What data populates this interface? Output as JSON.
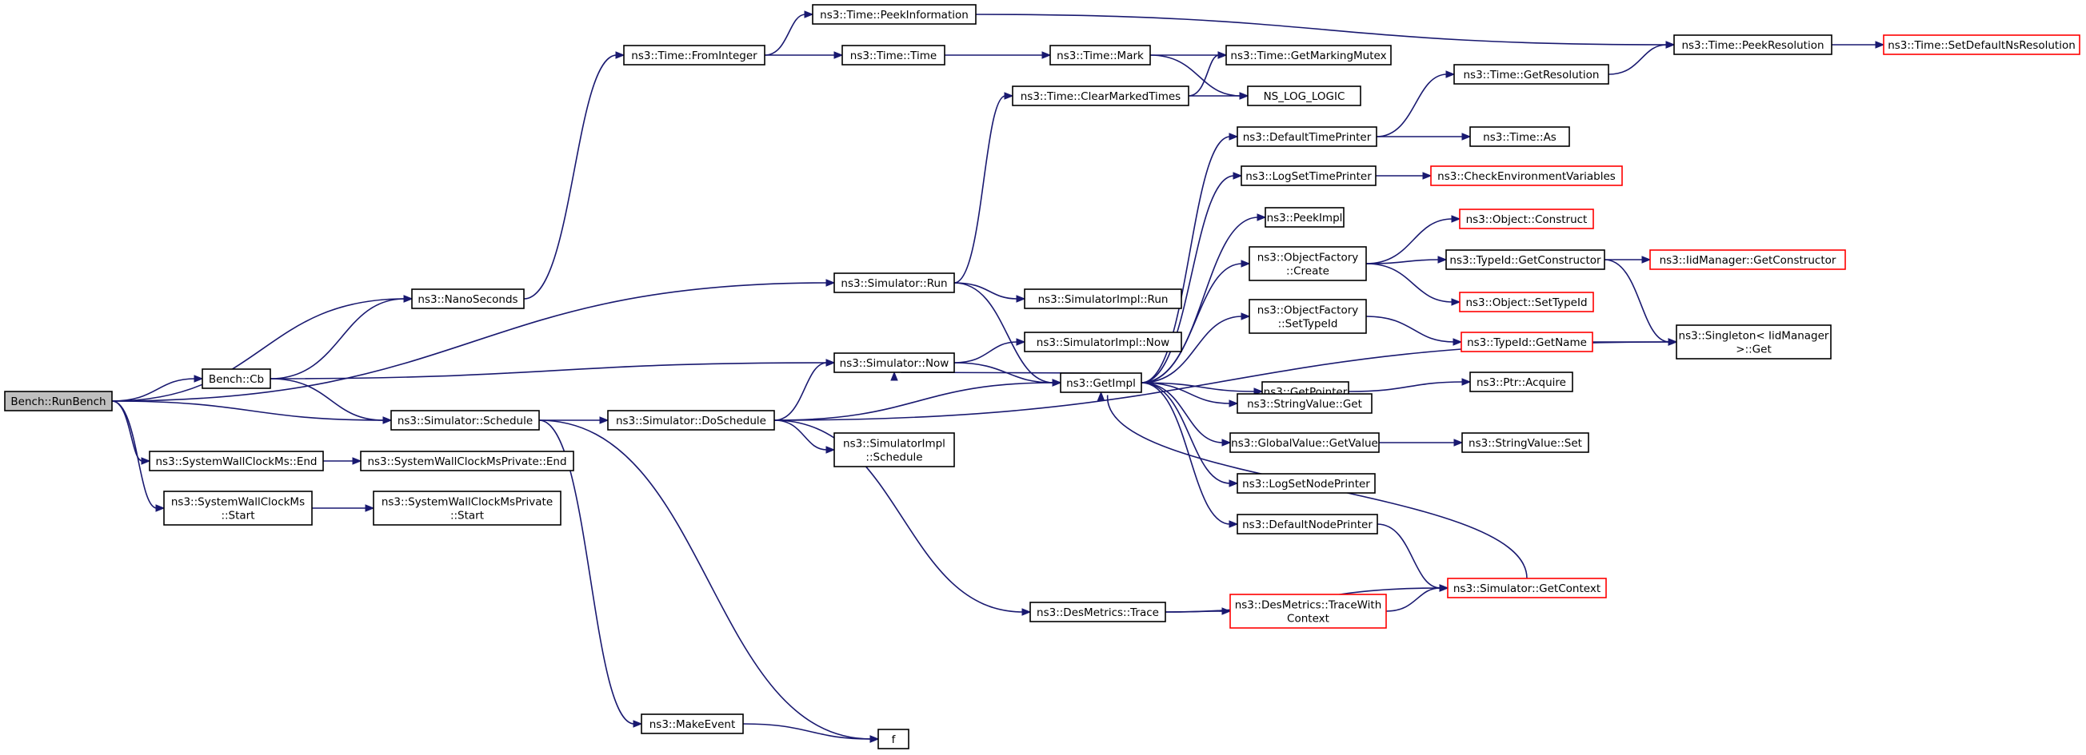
{
  "graph": {
    "root": "bench-runbench",
    "nodes": [
      {
        "id": "bench-runbench",
        "lines": [
          "Bench::RunBench"
        ],
        "kind": "root"
      },
      {
        "id": "nanoseconds",
        "lines": [
          "ns3::NanoSeconds"
        ],
        "kind": "normal"
      },
      {
        "id": "bench-cb",
        "lines": [
          "Bench::Cb"
        ],
        "kind": "normal"
      },
      {
        "id": "sim-schedule",
        "lines": [
          "ns3::Simulator::Schedule"
        ],
        "kind": "normal"
      },
      {
        "id": "syswall-end",
        "lines": [
          "ns3::SystemWallClockMs::End"
        ],
        "kind": "normal"
      },
      {
        "id": "syswall-start",
        "lines": [
          "ns3::SystemWallClockMs",
          "::Start"
        ],
        "kind": "normal"
      },
      {
        "id": "time-frominteger",
        "lines": [
          "ns3::Time::FromInteger"
        ],
        "kind": "normal"
      },
      {
        "id": "time-peekinformation",
        "lines": [
          "ns3::Time::PeekInformation"
        ],
        "kind": "normal"
      },
      {
        "id": "time-time",
        "lines": [
          "ns3::Time::Time"
        ],
        "kind": "normal"
      },
      {
        "id": "time-mark",
        "lines": [
          "ns3::Time::Mark"
        ],
        "kind": "normal"
      },
      {
        "id": "time-clearmarked",
        "lines": [
          "ns3::Time::ClearMarkedTimes"
        ],
        "kind": "normal"
      },
      {
        "id": "time-getmarkingmutex",
        "lines": [
          "ns3::Time::GetMarkingMutex"
        ],
        "kind": "normal"
      },
      {
        "id": "ns-log-logic",
        "lines": [
          "NS_LOG_LOGIC"
        ],
        "kind": "normal"
      },
      {
        "id": "time-getresolution",
        "lines": [
          "ns3::Time::GetResolution"
        ],
        "kind": "normal"
      },
      {
        "id": "time-peekresolution",
        "lines": [
          "ns3::Time::PeekResolution"
        ],
        "kind": "normal"
      },
      {
        "id": "time-setdefaultnsres",
        "lines": [
          "ns3::Time::SetDefaultNsResolution"
        ],
        "kind": "truncated"
      },
      {
        "id": "sim-run",
        "lines": [
          "ns3::Simulator::Run"
        ],
        "kind": "normal"
      },
      {
        "id": "simimpl-run",
        "lines": [
          "ns3::SimulatorImpl::Run"
        ],
        "kind": "normal"
      },
      {
        "id": "sim-now",
        "lines": [
          "ns3::Simulator::Now"
        ],
        "kind": "normal"
      },
      {
        "id": "simimpl-now",
        "lines": [
          "ns3::SimulatorImpl::Now"
        ],
        "kind": "normal"
      },
      {
        "id": "getimpl",
        "lines": [
          "ns3::GetImpl"
        ],
        "kind": "normal"
      },
      {
        "id": "sim-doschedule",
        "lines": [
          "ns3::Simulator::DoSchedule"
        ],
        "kind": "normal"
      },
      {
        "id": "simimpl-schedule",
        "lines": [
          "ns3::SimulatorImpl",
          "::Schedule"
        ],
        "kind": "normal"
      },
      {
        "id": "syswallpriv-end",
        "lines": [
          "ns3::SystemWallClockMsPrivate::End"
        ],
        "kind": "normal"
      },
      {
        "id": "syswallpriv-start",
        "lines": [
          "ns3::SystemWallClockMsPrivate",
          "::Start"
        ],
        "kind": "normal"
      },
      {
        "id": "makeevent",
        "lines": [
          "ns3::MakeEvent"
        ],
        "kind": "normal"
      },
      {
        "id": "f",
        "lines": [
          "f"
        ],
        "kind": "normal"
      },
      {
        "id": "desmetrics-trace",
        "lines": [
          "ns3::DesMetrics::Trace"
        ],
        "kind": "normal"
      },
      {
        "id": "desmetrics-tracewithctx",
        "lines": [
          "ns3::DesMetrics::TraceWith",
          "Context"
        ],
        "kind": "truncated"
      },
      {
        "id": "sim-getcontext",
        "lines": [
          "ns3::Simulator::GetContext"
        ],
        "kind": "truncated"
      },
      {
        "id": "defaulttimeprinter",
        "lines": [
          "ns3::DefaultTimePrinter"
        ],
        "kind": "normal"
      },
      {
        "id": "time-as",
        "lines": [
          "ns3::Time::As"
        ],
        "kind": "normal"
      },
      {
        "id": "logsettimeprinter",
        "lines": [
          "ns3::LogSetTimePrinter"
        ],
        "kind": "normal"
      },
      {
        "id": "checkenvvars",
        "lines": [
          "ns3::CheckEnvironmentVariables"
        ],
        "kind": "truncated"
      },
      {
        "id": "peekimpl",
        "lines": [
          "ns3::PeekImpl"
        ],
        "kind": "normal"
      },
      {
        "id": "objfactory-create",
        "lines": [
          "ns3::ObjectFactory",
          "::Create"
        ],
        "kind": "normal"
      },
      {
        "id": "object-construct",
        "lines": [
          "ns3::Object::Construct"
        ],
        "kind": "truncated"
      },
      {
        "id": "typeid-getconstructor",
        "lines": [
          "ns3::TypeId::GetConstructor"
        ],
        "kind": "normal"
      },
      {
        "id": "iidmanager-getconstructor",
        "lines": [
          "ns3::IidManager::GetConstructor"
        ],
        "kind": "truncated"
      },
      {
        "id": "object-settypeid",
        "lines": [
          "ns3::Object::SetTypeId"
        ],
        "kind": "truncated"
      },
      {
        "id": "objfactory-settypeid",
        "lines": [
          "ns3::ObjectFactory",
          "::SetTypeId"
        ],
        "kind": "normal"
      },
      {
        "id": "typeid-getname",
        "lines": [
          "ns3::TypeId::GetName"
        ],
        "kind": "truncated"
      },
      {
        "id": "singleton-get",
        "lines": [
          "ns3::Singleton< IidManager",
          " >::Get"
        ],
        "kind": "normal"
      },
      {
        "id": "getpointer",
        "lines": [
          "ns3::GetPointer"
        ],
        "kind": "normal"
      },
      {
        "id": "ptr-acquire",
        "lines": [
          "ns3::Ptr::Acquire"
        ],
        "kind": "normal"
      },
      {
        "id": "stringvalue-get",
        "lines": [
          "ns3::StringValue::Get"
        ],
        "kind": "normal"
      },
      {
        "id": "globalvalue-getvalue",
        "lines": [
          "ns3::GlobalValue::GetValue"
        ],
        "kind": "normal"
      },
      {
        "id": "stringvalue-set",
        "lines": [
          "ns3::StringValue::Set"
        ],
        "kind": "normal"
      },
      {
        "id": "logsetnodeprinter",
        "lines": [
          "ns3::LogSetNodePrinter"
        ],
        "kind": "normal"
      },
      {
        "id": "defaultnodeprinter",
        "lines": [
          "ns3::DefaultNodePrinter"
        ],
        "kind": "normal"
      }
    ],
    "edges": [
      {
        "from": "bench-runbench",
        "to": "nanoseconds"
      },
      {
        "from": "bench-runbench",
        "to": "sim-run"
      },
      {
        "from": "bench-runbench",
        "to": "bench-cb"
      },
      {
        "from": "bench-runbench",
        "to": "sim-schedule"
      },
      {
        "from": "bench-runbench",
        "to": "syswall-end"
      },
      {
        "from": "bench-runbench",
        "to": "syswall-start"
      },
      {
        "from": "nanoseconds",
        "to": "time-frominteger"
      },
      {
        "from": "time-frominteger",
        "to": "time-peekinformation"
      },
      {
        "from": "time-frominteger",
        "to": "time-time"
      },
      {
        "from": "time-peekinformation",
        "to": "time-peekresolution"
      },
      {
        "from": "time-time",
        "to": "time-mark"
      },
      {
        "from": "time-mark",
        "to": "time-getmarkingmutex"
      },
      {
        "from": "time-mark",
        "to": "ns-log-logic"
      },
      {
        "from": "time-clearmarked",
        "to": "time-getmarkingmutex"
      },
      {
        "from": "time-clearmarked",
        "to": "ns-log-logic"
      },
      {
        "from": "time-getresolution",
        "to": "time-peekresolution"
      },
      {
        "from": "time-peekresolution",
        "to": "time-setdefaultnsres"
      },
      {
        "from": "bench-cb",
        "to": "nanoseconds"
      },
      {
        "from": "bench-cb",
        "to": "sim-now"
      },
      {
        "from": "bench-cb",
        "to": "sim-schedule"
      },
      {
        "from": "sim-run",
        "to": "time-clearmarked"
      },
      {
        "from": "sim-run",
        "to": "simimpl-run"
      },
      {
        "from": "sim-run",
        "to": "getimpl"
      },
      {
        "from": "sim-now",
        "to": "simimpl-now"
      },
      {
        "from": "sim-now",
        "to": "getimpl"
      },
      {
        "from": "sim-schedule",
        "to": "sim-doschedule"
      },
      {
        "from": "sim-schedule",
        "to": "makeevent"
      },
      {
        "from": "sim-schedule",
        "to": "f"
      },
      {
        "from": "sim-doschedule",
        "to": "sim-now"
      },
      {
        "from": "sim-doschedule",
        "to": "getimpl"
      },
      {
        "from": "sim-doschedule",
        "to": "simimpl-schedule"
      },
      {
        "from": "sim-doschedule",
        "to": "desmetrics-trace"
      },
      {
        "from": "sim-doschedule",
        "to": "singleton-get"
      },
      {
        "from": "syswall-end",
        "to": "syswallpriv-end"
      },
      {
        "from": "syswall-start",
        "to": "syswallpriv-start"
      },
      {
        "from": "makeevent",
        "to": "f"
      },
      {
        "from": "desmetrics-trace",
        "to": "desmetrics-tracewithctx"
      },
      {
        "from": "desmetrics-trace",
        "to": "sim-getcontext"
      },
      {
        "from": "desmetrics-tracewithctx",
        "to": "sim-getcontext"
      },
      {
        "from": "sim-getcontext",
        "to": "getimpl"
      },
      {
        "from": "getimpl",
        "to": "sim-now"
      },
      {
        "from": "getimpl",
        "to": "defaulttimeprinter"
      },
      {
        "from": "getimpl",
        "to": "logsettimeprinter"
      },
      {
        "from": "getimpl",
        "to": "peekimpl"
      },
      {
        "from": "getimpl",
        "to": "objfactory-create"
      },
      {
        "from": "getimpl",
        "to": "objfactory-settypeid"
      },
      {
        "from": "getimpl",
        "to": "getpointer"
      },
      {
        "from": "getimpl",
        "to": "stringvalue-get"
      },
      {
        "from": "getimpl",
        "to": "globalvalue-getvalue"
      },
      {
        "from": "getimpl",
        "to": "logsetnodeprinter"
      },
      {
        "from": "getimpl",
        "to": "defaultnodeprinter"
      },
      {
        "from": "defaulttimeprinter",
        "to": "time-getresolution"
      },
      {
        "from": "defaulttimeprinter",
        "to": "time-as"
      },
      {
        "from": "logsettimeprinter",
        "to": "checkenvvars"
      },
      {
        "from": "objfactory-create",
        "to": "object-construct"
      },
      {
        "from": "objfactory-create",
        "to": "typeid-getconstructor"
      },
      {
        "from": "objfactory-create",
        "to": "object-settypeid"
      },
      {
        "from": "typeid-getconstructor",
        "to": "iidmanager-getconstructor"
      },
      {
        "from": "typeid-getconstructor",
        "to": "singleton-get"
      },
      {
        "from": "objfactory-settypeid",
        "to": "typeid-getname"
      },
      {
        "from": "typeid-getname",
        "to": "singleton-get"
      },
      {
        "from": "getpointer",
        "to": "ptr-acquire"
      },
      {
        "from": "globalvalue-getvalue",
        "to": "stringvalue-set"
      },
      {
        "from": "defaultnodeprinter",
        "to": "sim-getcontext"
      }
    ]
  }
}
